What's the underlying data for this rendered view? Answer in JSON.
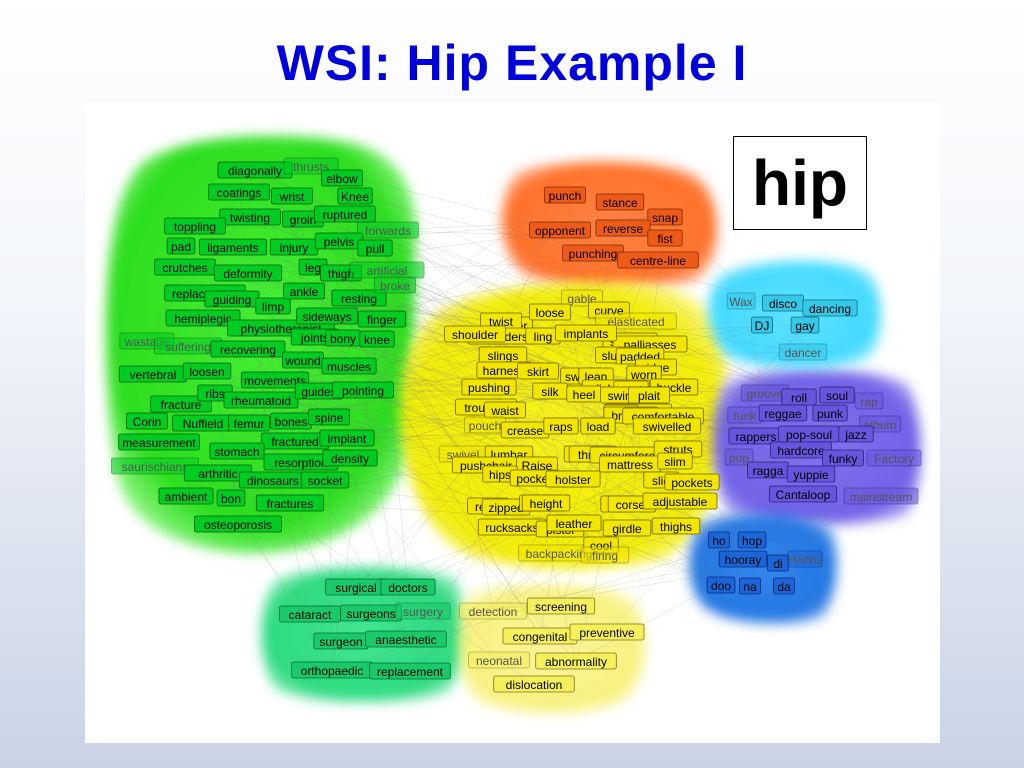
{
  "title": "WSI: Hip Example I",
  "query_word": "hip",
  "colors": {
    "title": "#0000dd",
    "green": "#22dd11",
    "orange": "#ff6a1e",
    "yellow": "#f5f000",
    "cyan": "#3ad8ff",
    "purple": "#6a5ae6",
    "blue": "#1770e0",
    "teal": "#22d97a",
    "paleyellow": "#f7f06a"
  },
  "clusters": [
    {
      "id": "anatomy",
      "color": "#22dd11",
      "words": [
        "diagonally",
        "thrusts",
        "elbow",
        "coatings",
        "wrist",
        "Knee",
        "twisting",
        "groin",
        "ruptured",
        "forwards",
        "toppling",
        "pad",
        "ligaments",
        "injury",
        "pelvis",
        "pull",
        "crutches",
        "deformity",
        "leg",
        "thigh",
        "artificial",
        "replacement",
        "guiding",
        "limp",
        "ankle",
        "resting",
        "broke",
        "hemiplegic",
        "physiotherapist",
        "sideways",
        "finger",
        "wastage",
        "suffering",
        "recovering",
        "joints",
        "bony",
        "knee",
        "wound",
        "vertebral",
        "loosen",
        "movements",
        "muscles",
        "fracture",
        "ribs",
        "rheumatoid",
        "guides",
        "pointing",
        "Corin",
        "Nuffield",
        "femur",
        "bones",
        "spine",
        "measurement",
        "fractured",
        "implant",
        "stomach",
        "saurischians",
        "arthritic",
        "resorption",
        "density",
        "dinosaurs",
        "socket",
        "ambient",
        "bon",
        "fractures",
        "osteoporosis"
      ]
    },
    {
      "id": "martial",
      "color": "#ff6a1e",
      "words": [
        "punch",
        "stance",
        "snap",
        "opponent",
        "reverse",
        "fist",
        "punching",
        "centre-line"
      ]
    },
    {
      "id": "clothing",
      "color": "#f5f000",
      "words": [
        "gable",
        "upper",
        "loose",
        "curve",
        "twist",
        "elasticated",
        "shoulders",
        "ling",
        "shallow",
        "palliasses",
        "implants",
        "shoulder",
        "slings",
        "slung",
        "padded",
        "ridge",
        "harness",
        "skirt",
        "sword",
        "lean",
        "worn",
        "dislocate",
        "coat",
        "buckle",
        "pushing",
        "silk",
        "heel",
        "swinging",
        "plait",
        "trousers",
        "waist",
        "backswing",
        "shit",
        "bracing",
        "comfortable",
        "pouch",
        "crease",
        "raps",
        "load",
        "swivelled",
        "swivel",
        "lumbar",
        "breast",
        "thrust",
        "circumference",
        "struts",
        "pushchair",
        "Raise",
        "mattress",
        "slim",
        "hips",
        "pocket",
        "sack",
        "holster",
        "slid",
        "pockets",
        "rests",
        "zipped",
        "flask",
        "height",
        "belt",
        "corset",
        "adjustable",
        "rucksacks",
        "pistol",
        "leather",
        "thighs",
        "girdle",
        "backpacking",
        "cool",
        "firing",
        "fired"
      ]
    },
    {
      "id": "music",
      "color": "#6a5ae6",
      "words": [
        "groove",
        "roll",
        "soul",
        "rap",
        "funk",
        "reggae",
        "punk",
        "album",
        "rappers",
        "pop-soul",
        "jazz",
        "pop",
        "hardcore",
        "funky",
        "Factory",
        "ragga",
        "yuppie",
        "Cantaloop",
        "mainstream"
      ]
    },
    {
      "id": "dance",
      "color": "#3ad8ff",
      "words": [
        "Wax",
        "disco",
        "dancing",
        "DJ",
        "gay",
        "dancer"
      ]
    },
    {
      "id": "hooray",
      "color": "#1770e0",
      "words": [
        "ho",
        "hop",
        "hooray",
        "di",
        "HANG",
        "doo",
        "na",
        "da"
      ]
    },
    {
      "id": "surgery",
      "color": "#22d97a",
      "words": [
        "surgical",
        "doctors",
        "cataract",
        "surgeons",
        "surgery",
        "surgeon",
        "anaesthetic",
        "orthopaedic",
        "replacement"
      ]
    },
    {
      "id": "medical",
      "color": "#f7f06a",
      "words": [
        "detection",
        "screening",
        "congenital",
        "preventive",
        "neonatal",
        "abnormality",
        "dislocation"
      ]
    }
  ]
}
